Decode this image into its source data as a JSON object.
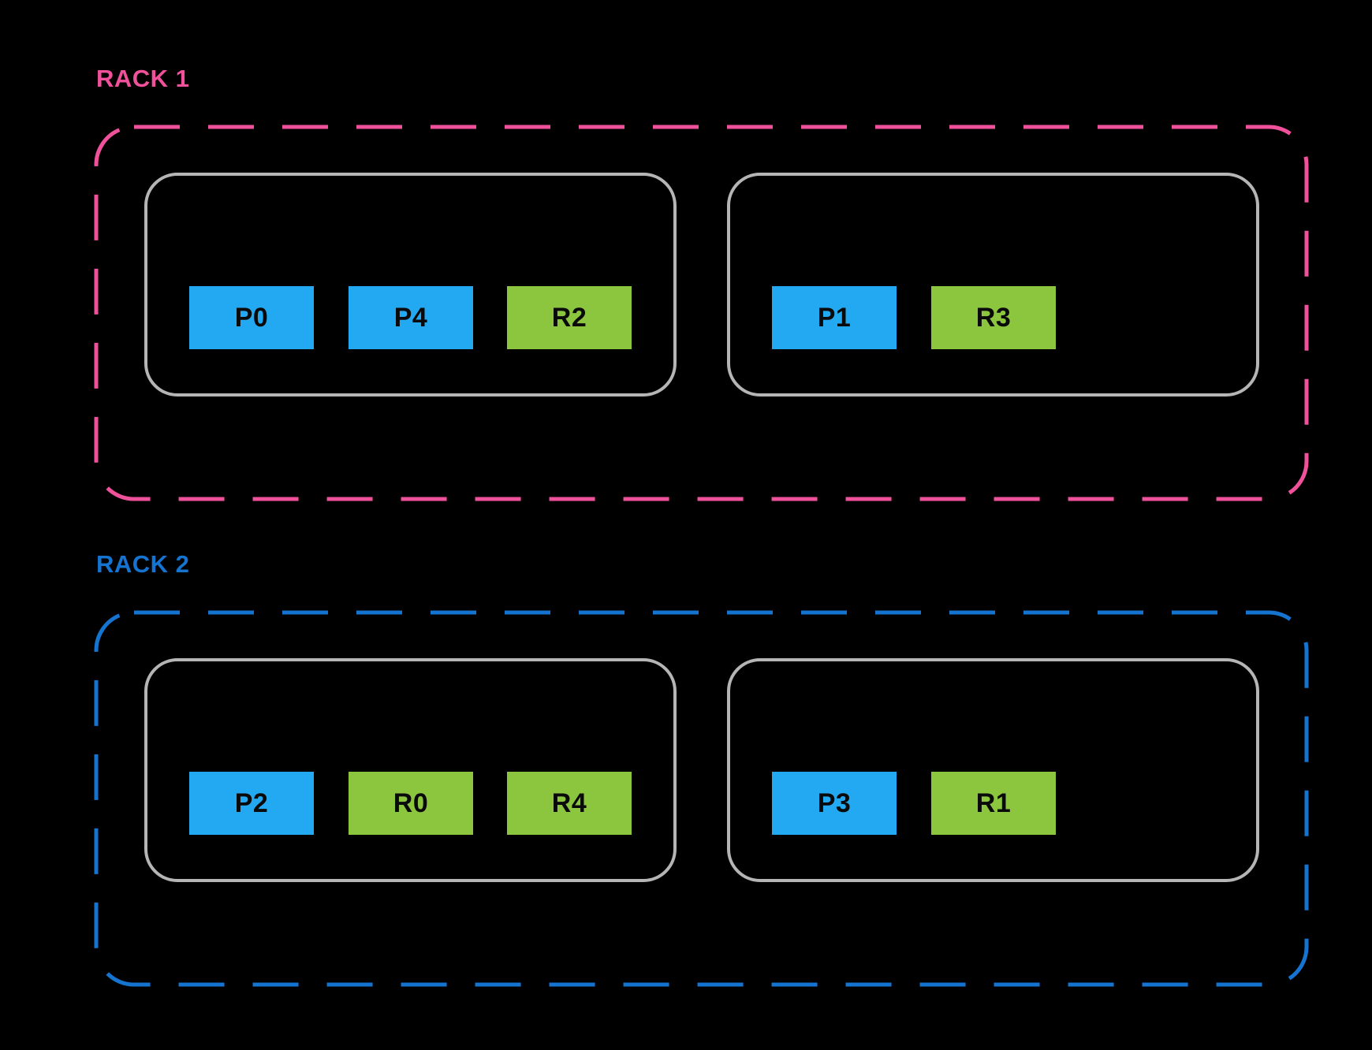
{
  "diagram": {
    "background": "#000000",
    "colors": {
      "primary_shard_fill": "#22A9F1",
      "replica_shard_fill": "#8CC63E",
      "rack1_accent": "#F0519B",
      "rack2_accent": "#1474D0",
      "node_border": "#B5B5B5",
      "shard_text": "#0A0A0A"
    }
  },
  "racks": [
    {
      "label": "RACK 1",
      "accent": "#F0519B",
      "nodes": [
        {
          "shards": [
            {
              "label": "P0",
              "type": "primary"
            },
            {
              "label": "P4",
              "type": "primary"
            },
            {
              "label": "R2",
              "type": "replica"
            }
          ]
        },
        {
          "shards": [
            {
              "label": "P1",
              "type": "primary"
            },
            {
              "label": "R3",
              "type": "replica"
            }
          ]
        }
      ]
    },
    {
      "label": "RACK 2",
      "accent": "#1474D0",
      "nodes": [
        {
          "shards": [
            {
              "label": "P2",
              "type": "primary"
            },
            {
              "label": "R0",
              "type": "replica"
            },
            {
              "label": "R4",
              "type": "replica"
            }
          ]
        },
        {
          "shards": [
            {
              "label": "P3",
              "type": "primary"
            },
            {
              "label": "R1",
              "type": "replica"
            }
          ]
        }
      ]
    }
  ]
}
